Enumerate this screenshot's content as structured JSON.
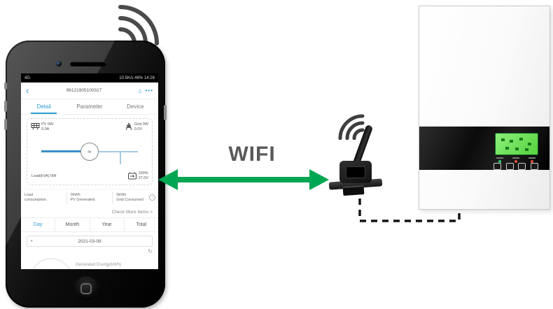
{
  "wifi_link": {
    "label": "WIFI",
    "arrow_color": "#00A651"
  },
  "phone_app": {
    "status_bar": {
      "left": "4G",
      "right": "10.5K/s 46% 14:26"
    },
    "navbar": {
      "back": "‹",
      "title": "96121905100317",
      "home_icon": "⌂",
      "more": "•••"
    },
    "tabs": [
      {
        "label": "Detail"
      },
      {
        "label": "Parameter"
      },
      {
        "label": "Device"
      }
    ],
    "flow": {
      "pv_value": "PV 0W",
      "pv_sub": "0.0A",
      "grid_value": "Grid 0W",
      "grid_sub": "0.0V",
      "inverter_glyph": "≈",
      "load_label": "Load(kVA) 0W",
      "battery_value": "100%",
      "battery_sub": "27.0V"
    },
    "stats": [
      {
        "line1": "Load",
        "line2": "consumption"
      },
      {
        "line1": "0kWh",
        "line2": "PV Generated"
      },
      {
        "line1": "0kWh",
        "line2": "Grid Consumed"
      }
    ],
    "info_glyph": "i",
    "more_link": "Check More Items >",
    "periods": [
      {
        "label": "Day"
      },
      {
        "label": "Month"
      },
      {
        "label": "Year"
      },
      {
        "label": "Total"
      }
    ],
    "date_caret": "▾",
    "date_value": "2021-03-09",
    "refresh_glyph": "↻",
    "chart_caption": "Generated Energy(kWh)"
  }
}
